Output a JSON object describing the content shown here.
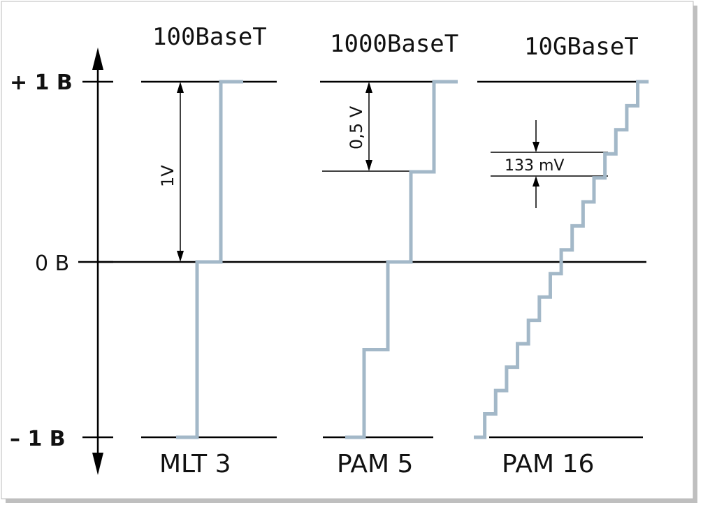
{
  "columns": [
    {
      "standard": "100BaseT",
      "coding": "MLT 3"
    },
    {
      "standard": "1000BaseT",
      "coding": "PAM 5"
    },
    {
      "standard": "10GBaseT",
      "coding": "PAM 16"
    }
  ],
  "levels": {
    "plus": "+ 1 B",
    "zero": "0 B",
    "minus": "– 1 B"
  },
  "annotations": {
    "mlt3_span": "1V",
    "pam5_step": "0,5 V",
    "pam16_step": "133 mV"
  },
  "signal_levels": {
    "mlt3": [
      -1,
      0,
      1
    ],
    "pam5": [
      -1,
      -0.5,
      0,
      0.5,
      1
    ],
    "pam16_count": 16
  },
  "colors": {
    "signal": "#a3b8c8",
    "line": "#000000",
    "shadow": "#777777"
  }
}
